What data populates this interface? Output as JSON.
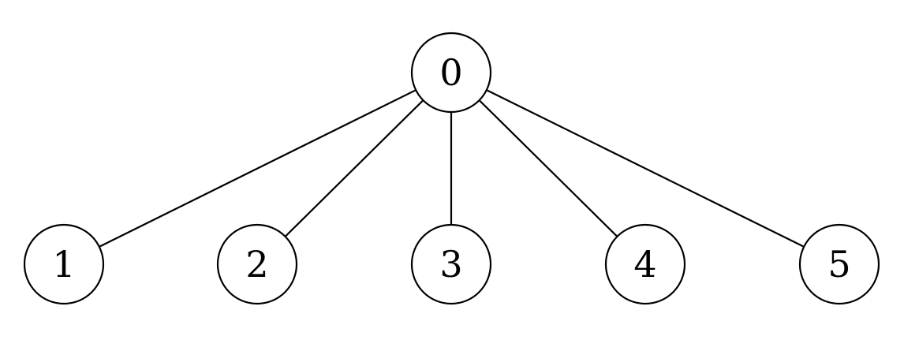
{
  "tree": {
    "root": {
      "id": "0",
      "label": "0"
    },
    "children": [
      {
        "id": "1",
        "label": "1"
      },
      {
        "id": "2",
        "label": "2"
      },
      {
        "id": "3",
        "label": "3"
      },
      {
        "id": "4",
        "label": "4"
      },
      {
        "id": "5",
        "label": "5"
      }
    ],
    "edges": [
      [
        "0",
        "1"
      ],
      [
        "0",
        "2"
      ],
      [
        "0",
        "3"
      ],
      [
        "0",
        "4"
      ],
      [
        "0",
        "5"
      ]
    ]
  }
}
